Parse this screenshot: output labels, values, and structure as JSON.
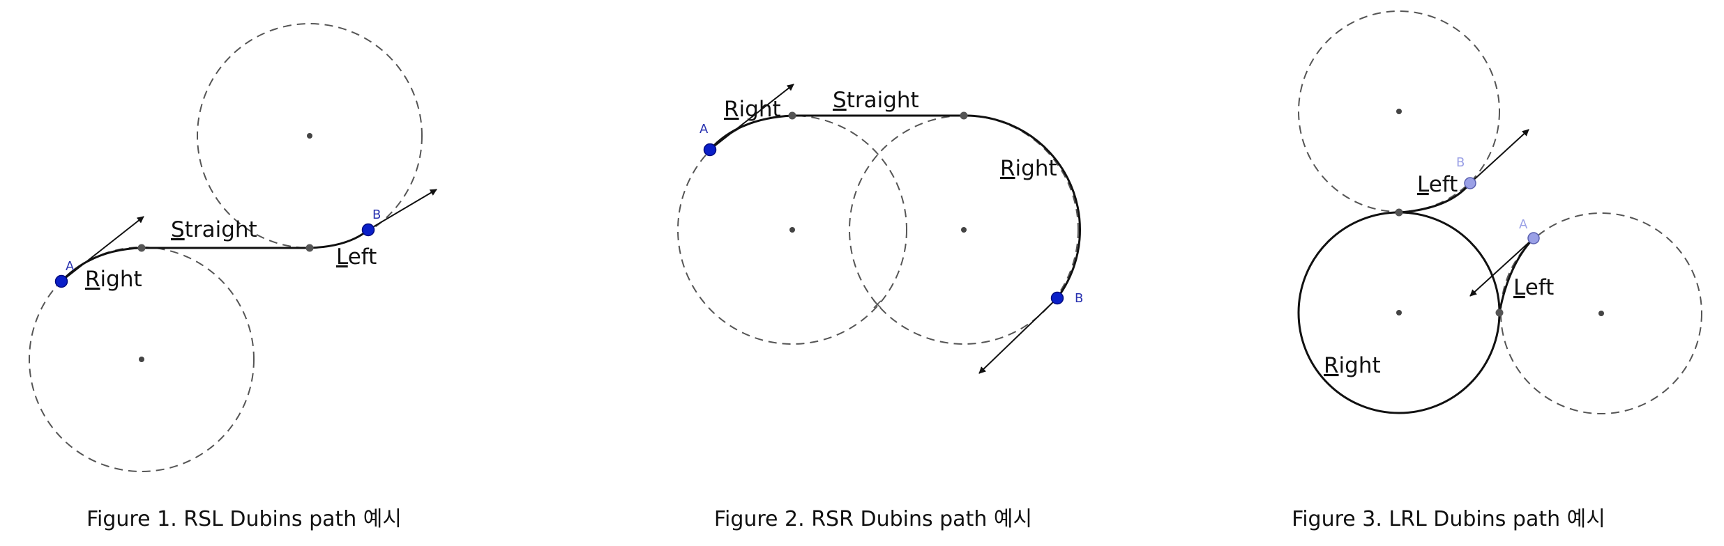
{
  "figures": [
    {
      "caption": "Figure 1. RSL Dubins path 예시",
      "segments": [
        {
          "initial": "R",
          "rest": "ight"
        },
        {
          "initial": "S",
          "rest": "traight"
        },
        {
          "initial": "L",
          "rest": "eft"
        }
      ],
      "points": {
        "start": "A",
        "end": "B"
      }
    },
    {
      "caption": "Figure 2. RSR Dubins path 예시",
      "segments": [
        {
          "initial": "R",
          "rest": "ight"
        },
        {
          "initial": "S",
          "rest": "traight"
        },
        {
          "initial": "R",
          "rest": "ight"
        }
      ],
      "points": {
        "start": "A",
        "end": "B"
      }
    },
    {
      "caption": "Figure 3. LRL Dubins path 예시",
      "segments": [
        {
          "initial": "L",
          "rest": "eft"
        },
        {
          "initial": "L",
          "rest": "eft"
        },
        {
          "initial": "R",
          "rest": "ight"
        }
      ],
      "points": {
        "start": "A",
        "end": "B"
      }
    }
  ],
  "colors": {
    "point_blue": "#0a1fc8",
    "point_light": "#9aa0e6",
    "path": "#111111",
    "helper_circle": "#555555"
  }
}
